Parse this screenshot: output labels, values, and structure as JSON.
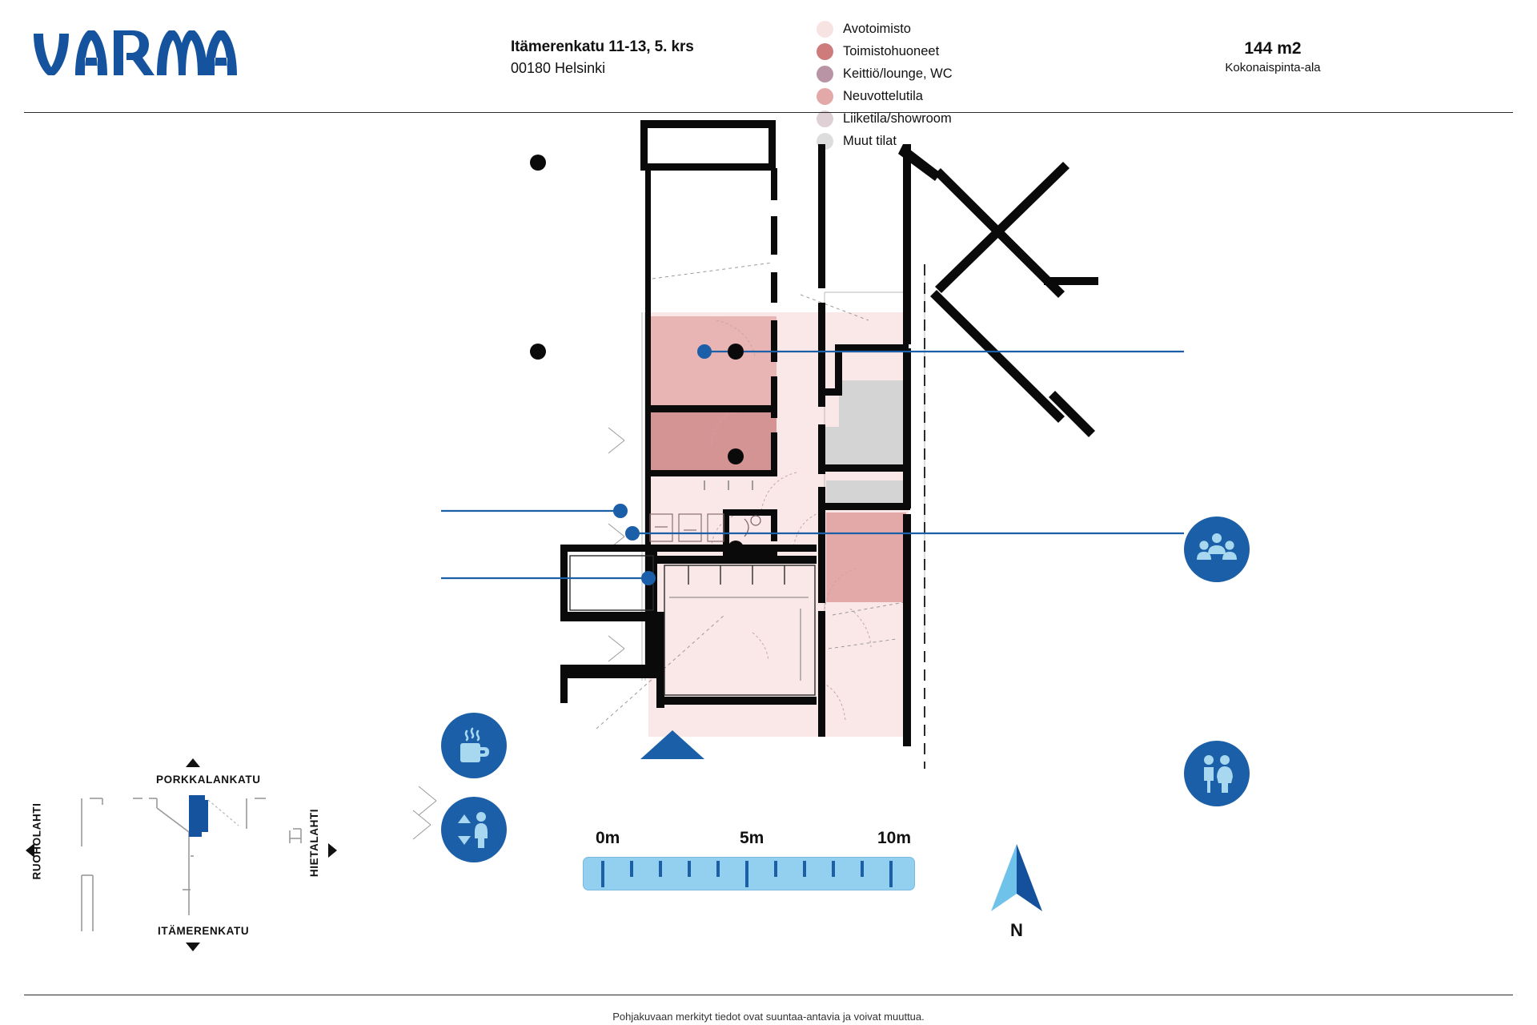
{
  "header": {
    "logo_text": "VARMA",
    "logo_color": "#15539e",
    "address_line1": "Itämerenkatu 11-13, 5. krs",
    "address_line2": "00180 Helsinki",
    "area_value": "144 m2",
    "area_caption": "Kokonaispinta-ala"
  },
  "legend": {
    "column1": [
      {
        "label": "Avotoimisto",
        "color": "#f8e3e3"
      },
      {
        "label": "Toimistohuoneet",
        "color": "#cd7b7b"
      },
      {
        "label": "Keittiö/lounge, WC",
        "color": "#b894a5"
      }
    ],
    "column2": [
      {
        "label": "Neuvottelutila",
        "color": "#e3a8a8"
      },
      {
        "label": "Liiketila/showroom",
        "color": "#ded0d4"
      },
      {
        "label": "Muut tilat",
        "color": "#dddddd"
      }
    ]
  },
  "markers": [
    {
      "id": "meeting",
      "icon": "people-group-icon",
      "label": "Neuvottelutila"
    },
    {
      "id": "wc",
      "icon": "restroom-icon",
      "label": "WC"
    },
    {
      "id": "coffee",
      "icon": "coffee-mug-icon",
      "label": "Keittiö/lounge"
    },
    {
      "id": "lift",
      "icon": "elevator-icon",
      "label": "Hissi"
    }
  ],
  "scale": {
    "labels": [
      "0m",
      "5m",
      "10m"
    ],
    "tick_count": 11,
    "bar_color": "#93d0f0",
    "tick_color": "#1b5fa8"
  },
  "compass": {
    "label": "N",
    "left_color": "#6fc3ea",
    "right_color": "#14509c"
  },
  "location_map": {
    "street_top": "PORKKALANKATU",
    "street_bottom": "ITÄMERENKATU",
    "street_left": "RUOHOLAHTI",
    "street_right": "HIETALAHTI",
    "highlight_color": "#15539e"
  },
  "plan": {
    "open_office_color": "#fae8e8",
    "office_room_color": "#e8b4b4",
    "office_room_dark_color": "#d49494",
    "meeting_color": "#e3a8a8",
    "kitchen_color": "#b894a5",
    "other_color": "#d4d4d4",
    "wall_color": "#0a0a0a",
    "marker_color": "#1b5fa8"
  },
  "footer": {
    "note": "Pohjakuvaan merkityt tiedot ovat suuntaa-antavia ja voivat muuttua."
  }
}
